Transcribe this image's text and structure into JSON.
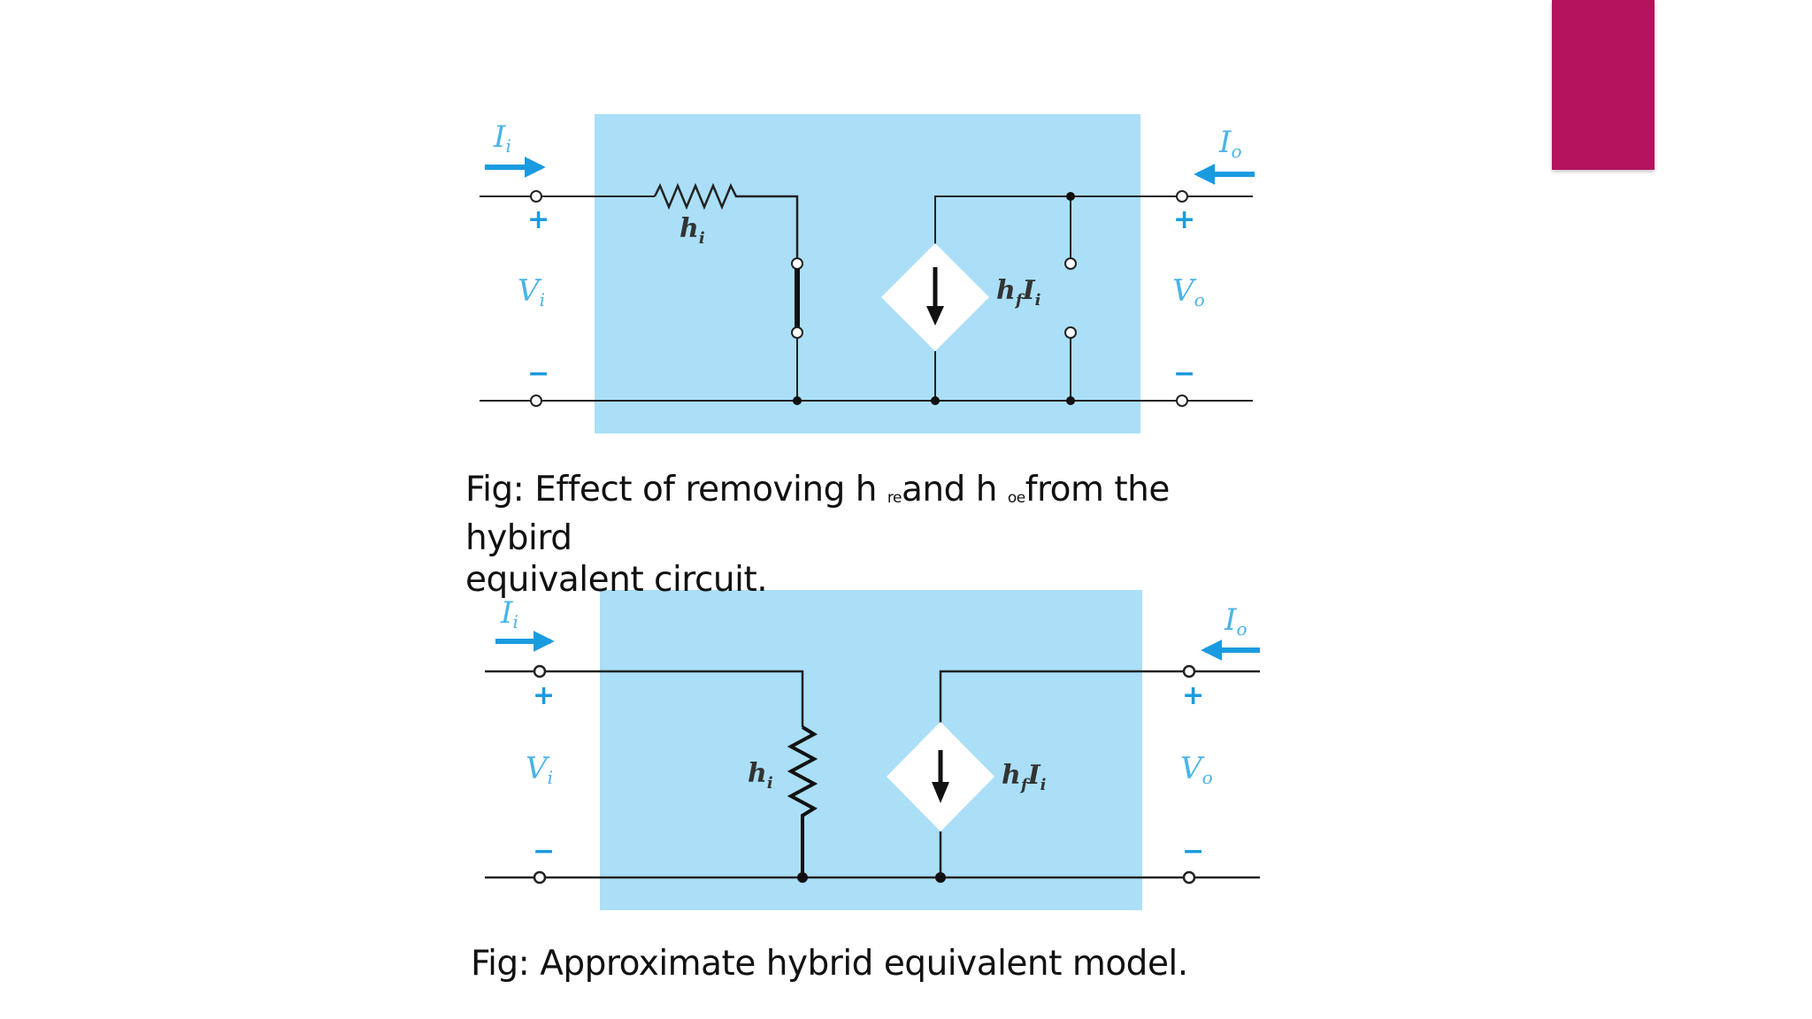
{
  "slide": {
    "accent_color": "#b5135e",
    "box_color": "#aadff7",
    "arrow_color": "#1a9be0"
  },
  "figure1": {
    "caption_prefix": "Fig: Effect of removing h",
    "caption_sub1": "re",
    "caption_mid": "and h",
    "caption_sub2": "oe",
    "caption_suffix": "from the hybird",
    "caption_line2": "equivalent circuit.",
    "labels": {
      "input_current": "I",
      "input_current_sub": "i",
      "output_current": "I",
      "output_current_sub": "o",
      "input_voltage": "V",
      "input_voltage_sub": "i",
      "output_voltage": "V",
      "output_voltage_sub": "o",
      "resistor": "h",
      "resistor_sub": "i",
      "source": "h",
      "source_sub1": "f",
      "source_mid": "I",
      "source_sub2": "i",
      "plus": "+",
      "minus": "−"
    }
  },
  "figure2": {
    "caption": "Fig: Approximate hybrid equivalent model.",
    "labels": {
      "input_current": "I",
      "input_current_sub": "i",
      "output_current": "I",
      "output_current_sub": "o",
      "input_voltage": "V",
      "input_voltage_sub": "i",
      "output_voltage": "V",
      "output_voltage_sub": "o",
      "resistor": "h",
      "resistor_sub": "i",
      "source": "h",
      "source_sub1": "f",
      "source_mid": "I",
      "source_sub2": "i",
      "plus": "+",
      "minus": "−"
    }
  }
}
